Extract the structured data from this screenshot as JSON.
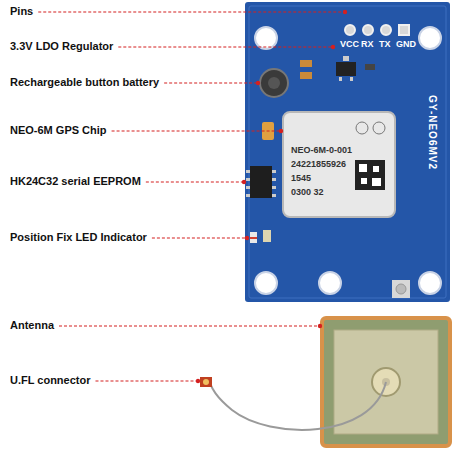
{
  "diagram": {
    "labels": [
      "Pins",
      "VCC",
      "RX",
      "TX",
      "GND",
      "3.3V LDO Regulator",
      "Rechargeable button battery",
      "NEO-6M GPS Chip",
      "NEO-6M-0-001",
      "24221855926",
      "1545",
      "0300 32",
      "GY-NEO6MV2",
      "HK24C32 serial EEPROM",
      "Position Fix LED Indicator",
      "Antenna",
      "U.FL connector"
    ]
  }
}
